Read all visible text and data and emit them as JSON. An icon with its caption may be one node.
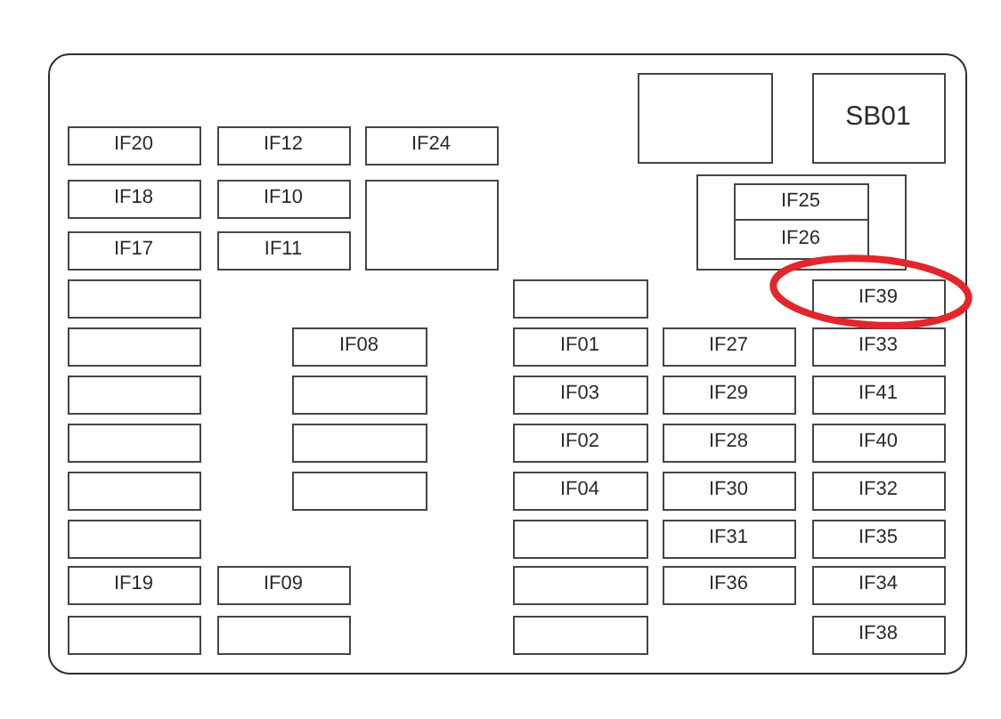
{
  "diagram": {
    "nodes": [
      {
        "text": [],
        "shape": "box"
      },
      {
        "text": [],
        "shape": "box",
        "in": 0
      },
      {
        "text": [
          "SB01"
        ],
        "in": 0
      },
      {
        "text": [
          "IF20"
        ],
        "in": 0
      },
      {
        "text": [
          "IF12"
        ],
        "in": 0
      },
      {
        "text": [
          "IF24"
        ],
        "in": 0
      },
      {
        "text": [
          "IF18"
        ],
        "in": 0
      },
      {
        "text": [
          "IF10"
        ],
        "in": 0
      },
      {
        "text": [],
        "shape": "box",
        "in": 0
      },
      {
        "text": [],
        "shape": "box",
        "in": 0
      },
      {
        "text": [
          "IF25"
        ],
        "in": 9
      },
      {
        "text": [
          "IF26"
        ],
        "in": 9
      },
      {
        "text": [
          "IF17"
        ],
        "in": 0
      },
      {
        "text": [
          "IF11"
        ],
        "in": 0
      },
      {
        "text": [],
        "shape": "box",
        "in": 0
      },
      {
        "text": [],
        "shape": "box",
        "in": 0
      },
      {
        "text": [
          "IF39"
        ],
        "in": 0
      },
      {
        "text": [],
        "shape": "box",
        "in": 0
      },
      {
        "text": [
          "IF08"
        ],
        "in": 0
      },
      {
        "text": [
          "IF01"
        ],
        "in": 0
      },
      {
        "text": [
          "IF27"
        ],
        "in": 0
      },
      {
        "text": [
          "IF33"
        ],
        "in": 0
      },
      {
        "text": [],
        "shape": "box",
        "in": 0
      },
      {
        "text": [],
        "shape": "box",
        "in": 0
      },
      {
        "text": [
          "IF03"
        ],
        "in": 0
      },
      {
        "text": [
          "IF29"
        ],
        "in": 0
      },
      {
        "text": [
          "IF41"
        ],
        "in": 0
      },
      {
        "text": [],
        "shape": "box",
        "in": 0
      },
      {
        "text": [],
        "shape": "box",
        "in": 0
      },
      {
        "text": [
          "IF02"
        ],
        "in": 0
      },
      {
        "text": [
          "IF28"
        ],
        "in": 0
      },
      {
        "text": [
          "IF40"
        ],
        "in": 0
      },
      {
        "text": [],
        "shape": "box",
        "in": 0
      },
      {
        "text": [],
        "shape": "box",
        "in": 0
      },
      {
        "text": [
          "IF04"
        ],
        "in": 0
      },
      {
        "text": [
          "IF30"
        ],
        "in": 0
      },
      {
        "text": [
          "IF32"
        ],
        "in": 0
      },
      {
        "text": [],
        "shape": "box",
        "in": 0
      },
      {
        "text": [],
        "shape": "box",
        "in": 0
      },
      {
        "text": [
          "IF31"
        ],
        "in": 0
      },
      {
        "text": [
          "IF35"
        ],
        "in": 0
      },
      {
        "text": [
          "IF19"
        ],
        "in": 0
      },
      {
        "text": [
          "IF09"
        ],
        "in": 0
      },
      {
        "text": [],
        "shape": "box",
        "in": 0
      },
      {
        "text": [
          "IF36"
        ],
        "in": 0
      },
      {
        "text": [
          "IF34"
        ],
        "in": 0
      },
      {
        "text": [],
        "shape": "box",
        "in": 0
      },
      {
        "text": [],
        "shape": "box",
        "in": 0
      },
      {
        "text": [],
        "shape": "box",
        "in": 0
      },
      {
        "text": [
          "IF38"
        ],
        "in": 0
      }
    ]
  }
}
